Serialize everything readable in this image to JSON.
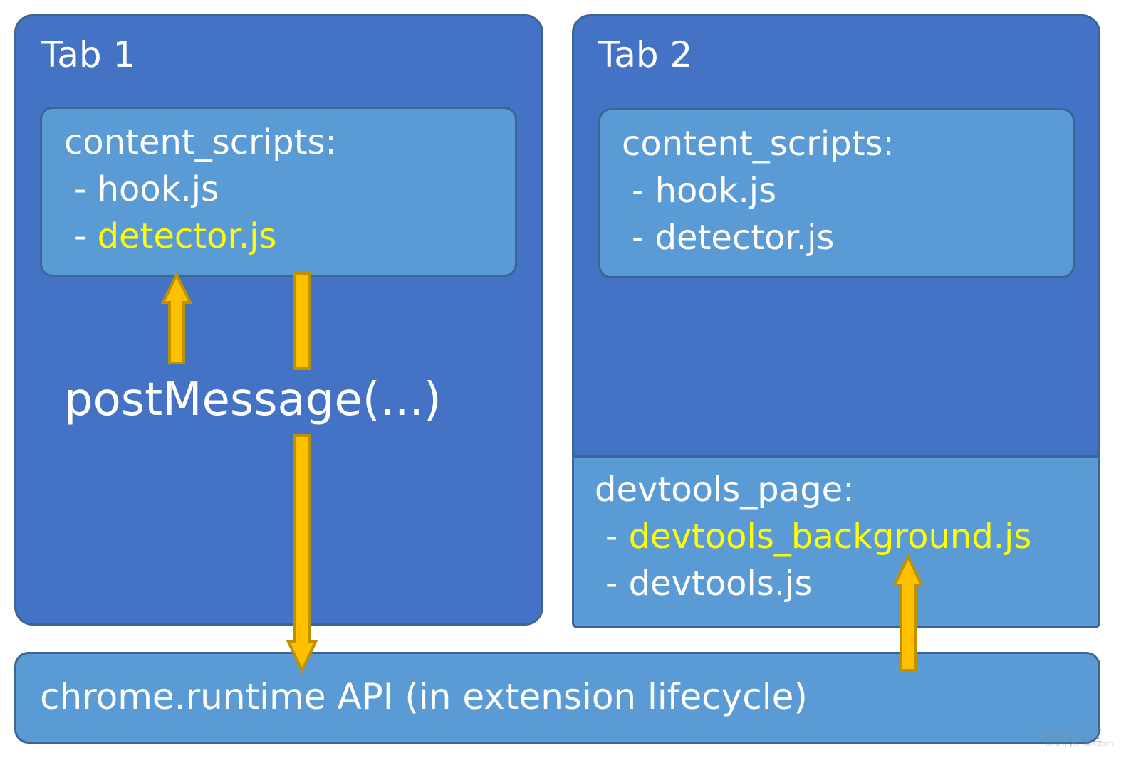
{
  "tab1": {
    "title": "Tab 1",
    "content_scripts": {
      "heading": "content_scripts:",
      "items": [
        "- ",
        "hook.js",
        "- ",
        "detector.js"
      ]
    },
    "message": "postMessage(...)"
  },
  "tab2": {
    "title": "Tab 2",
    "content_scripts": {
      "heading": "content_scripts:",
      "items": [
        "- hook.js",
        "- detector.js"
      ]
    },
    "devtools_page": {
      "heading": "devtools_page:",
      "items": [
        "- ",
        "devtools_background.js",
        "- devtools.js"
      ]
    }
  },
  "runtime": {
    "label": "chrome.runtime API (in extension lifecycle)"
  },
  "watermark": {
    "text": "棱角社区",
    "url": "forum.ywhack.com"
  },
  "colors": {
    "tab_bg": "#4472c4",
    "panel_bg": "#5b9bd5",
    "highlight_text": "#ffff00",
    "arrow_fill": "#ffc000",
    "arrow_stroke": "#bf9000"
  }
}
